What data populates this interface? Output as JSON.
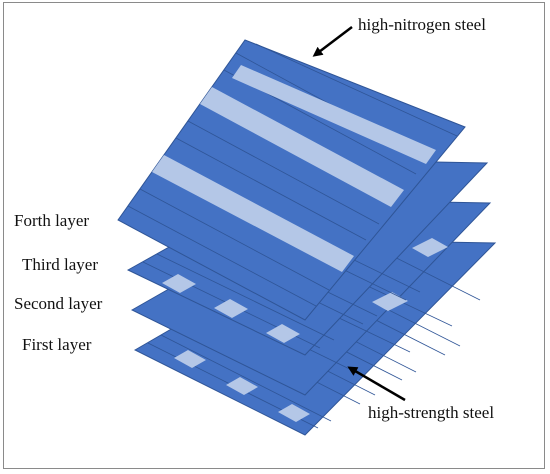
{
  "labels": {
    "top_material": "high-nitrogen steel",
    "bottom_material": "high-strength steel",
    "layer4": "Forth layer",
    "layer3": "Third layer",
    "layer2": "Second layer",
    "layer1": "First layer"
  },
  "colors": {
    "dark_strip": "#4472c4",
    "light_strip": "#b4c7e7",
    "seam": "#2f5597",
    "arrow": "#000000"
  }
}
